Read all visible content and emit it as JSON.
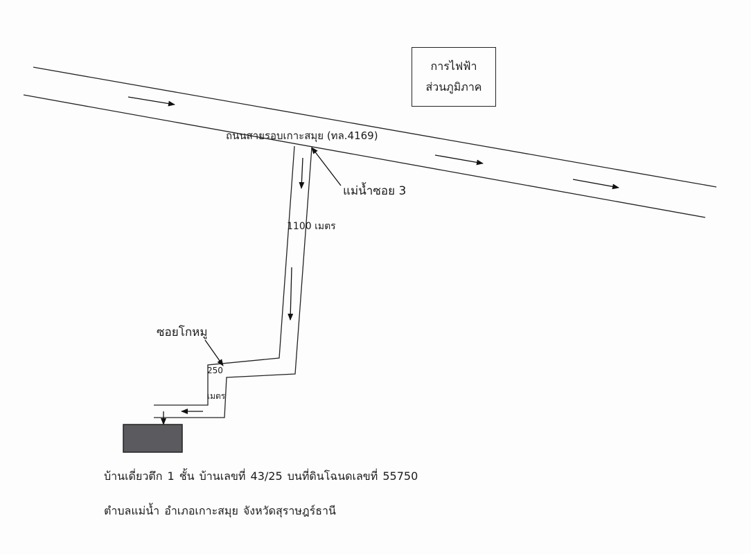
{
  "landmark": {
    "line1": "การไฟฟ้า",
    "line2": "ส่วนภูมิภาค"
  },
  "road": {
    "name": "ถนนสายรอบเกาะสมุย  (ทล.4169)"
  },
  "junction": {
    "label": "แม่น้ำซอย 3"
  },
  "lane_main": {
    "distance": "1100 เมตร"
  },
  "lane_branch": {
    "name": "ซอยโกหมู",
    "distance_value": "250",
    "distance_unit": "เมตร"
  },
  "house": {
    "fill_color": "#5b5b5f"
  },
  "address": {
    "line1": "บ้านเดี่ยวตึก 1 ชั้น บ้านเลขที่  43/25  บนที่ดินโฉนดเลขที่  55750",
    "line2": "ตำบลแม่น้ำ อำเภอเกาะสมุย  จังหวัดสุราษฎร์ธานี"
  }
}
